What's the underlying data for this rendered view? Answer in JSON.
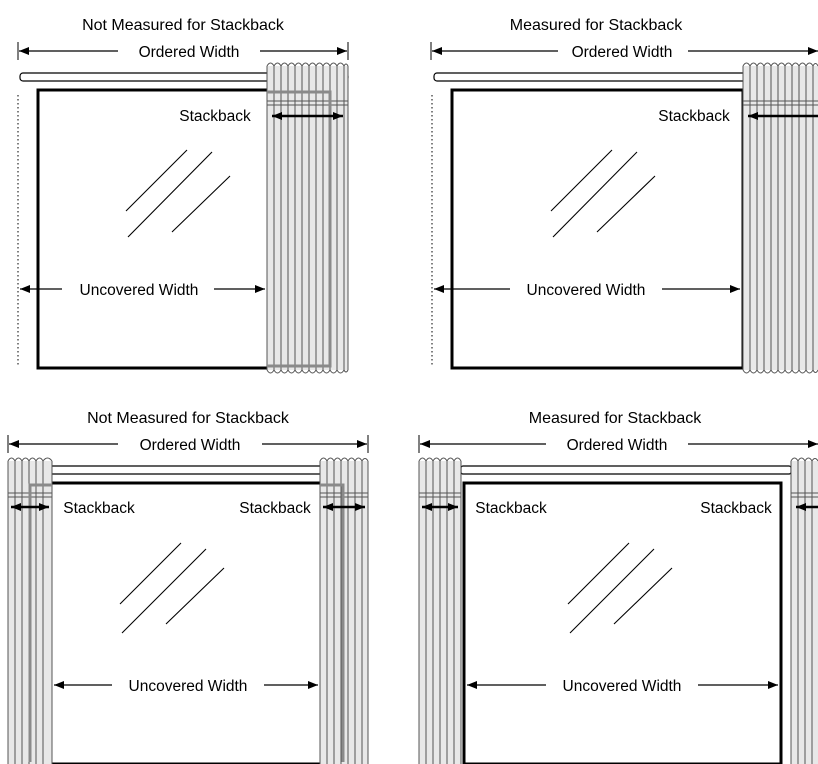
{
  "panels": [
    {
      "title": "Not Measured for Stackback",
      "ordered_width_label": "Ordered Width",
      "stackback_labels": [
        "Stackback"
      ],
      "uncovered_width_label": "Uncovered Width"
    },
    {
      "title": "Measured for Stackback",
      "ordered_width_label": "Ordered Width",
      "stackback_labels": [
        "Stackback"
      ],
      "uncovered_width_label": "Uncovered Width"
    },
    {
      "title": "Not Measured for Stackback",
      "ordered_width_label": "Ordered Width",
      "stackback_labels": [
        "Stackback",
        "Stackback"
      ],
      "uncovered_width_label": "Uncovered Width"
    },
    {
      "title": "Measured for Stackback",
      "ordered_width_label": "Ordered Width",
      "stackback_labels": [
        "Stackback",
        "Stackback"
      ],
      "uncovered_width_label": "Uncovered Width"
    }
  ],
  "colors": {
    "line": "#000000",
    "curtain_fill": "#e8e8e8",
    "curtain_stroke": "#555555",
    "window_outline_hidden": "#8a8a8a"
  }
}
